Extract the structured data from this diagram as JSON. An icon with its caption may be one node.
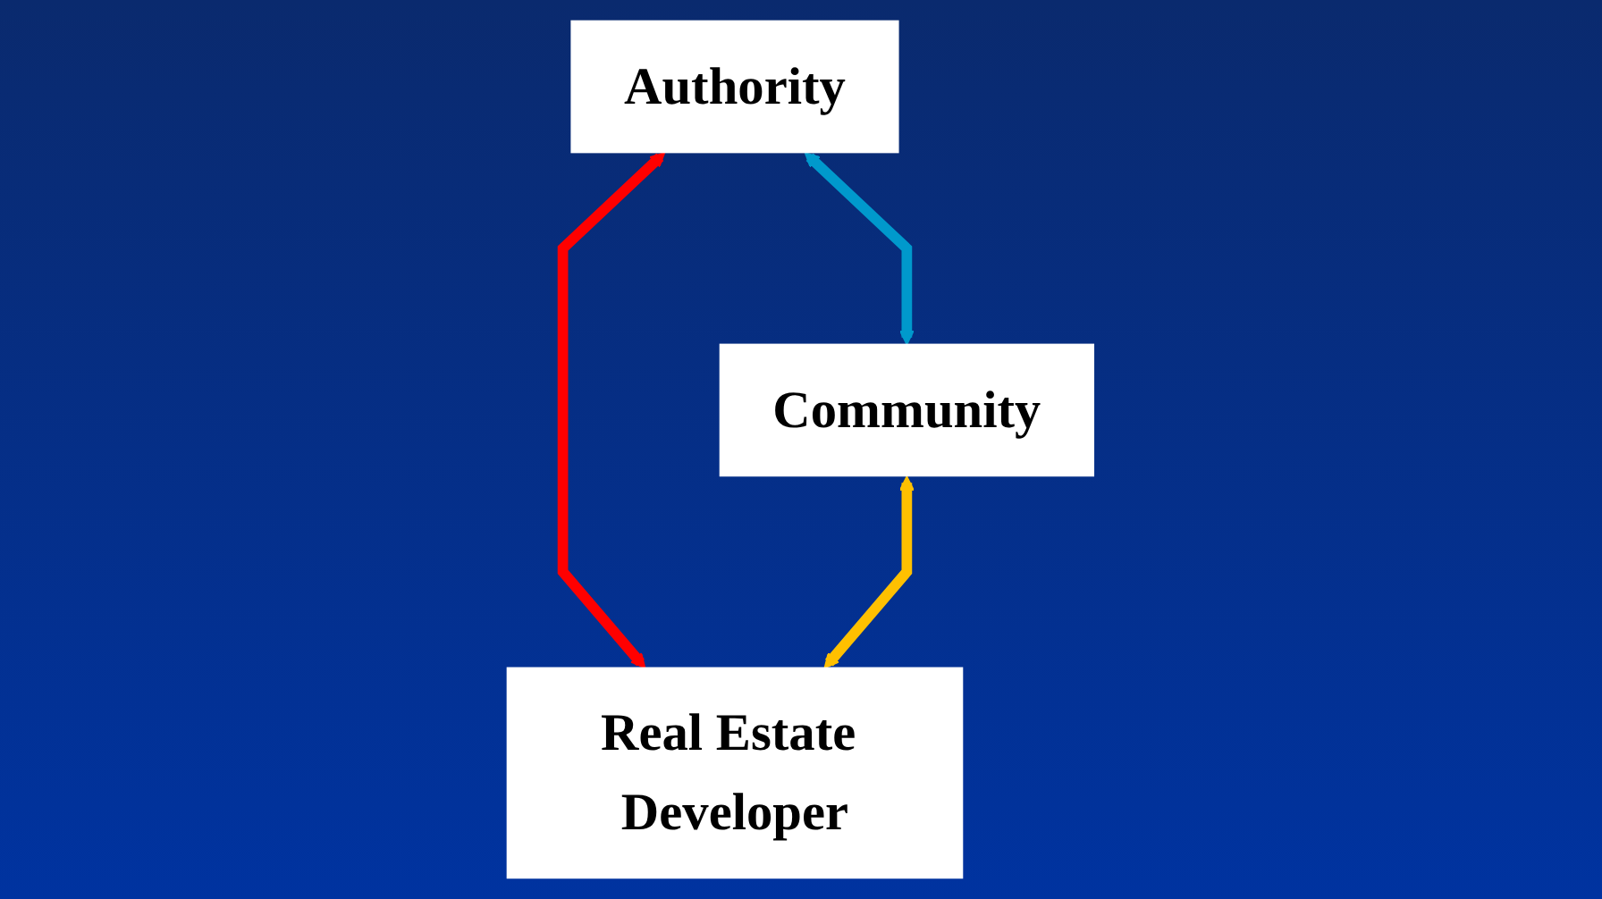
{
  "diagram": {
    "nodes": [
      {
        "text": [
          "Authority"
        ]
      },
      {
        "text": [
          "Community"
        ]
      },
      {
        "text": [
          "Real Estate Developer"
        ]
      }
    ],
    "edges": [
      {
        "from": 0,
        "to": 1,
        "arrow": "both",
        "color": "#0099cc"
      },
      {
        "from": 0,
        "to": 2,
        "arrow": "both",
        "color": "#ff0000"
      },
      {
        "from": 1,
        "to": 2,
        "arrow": "both",
        "color": "#ffc000"
      }
    ]
  }
}
